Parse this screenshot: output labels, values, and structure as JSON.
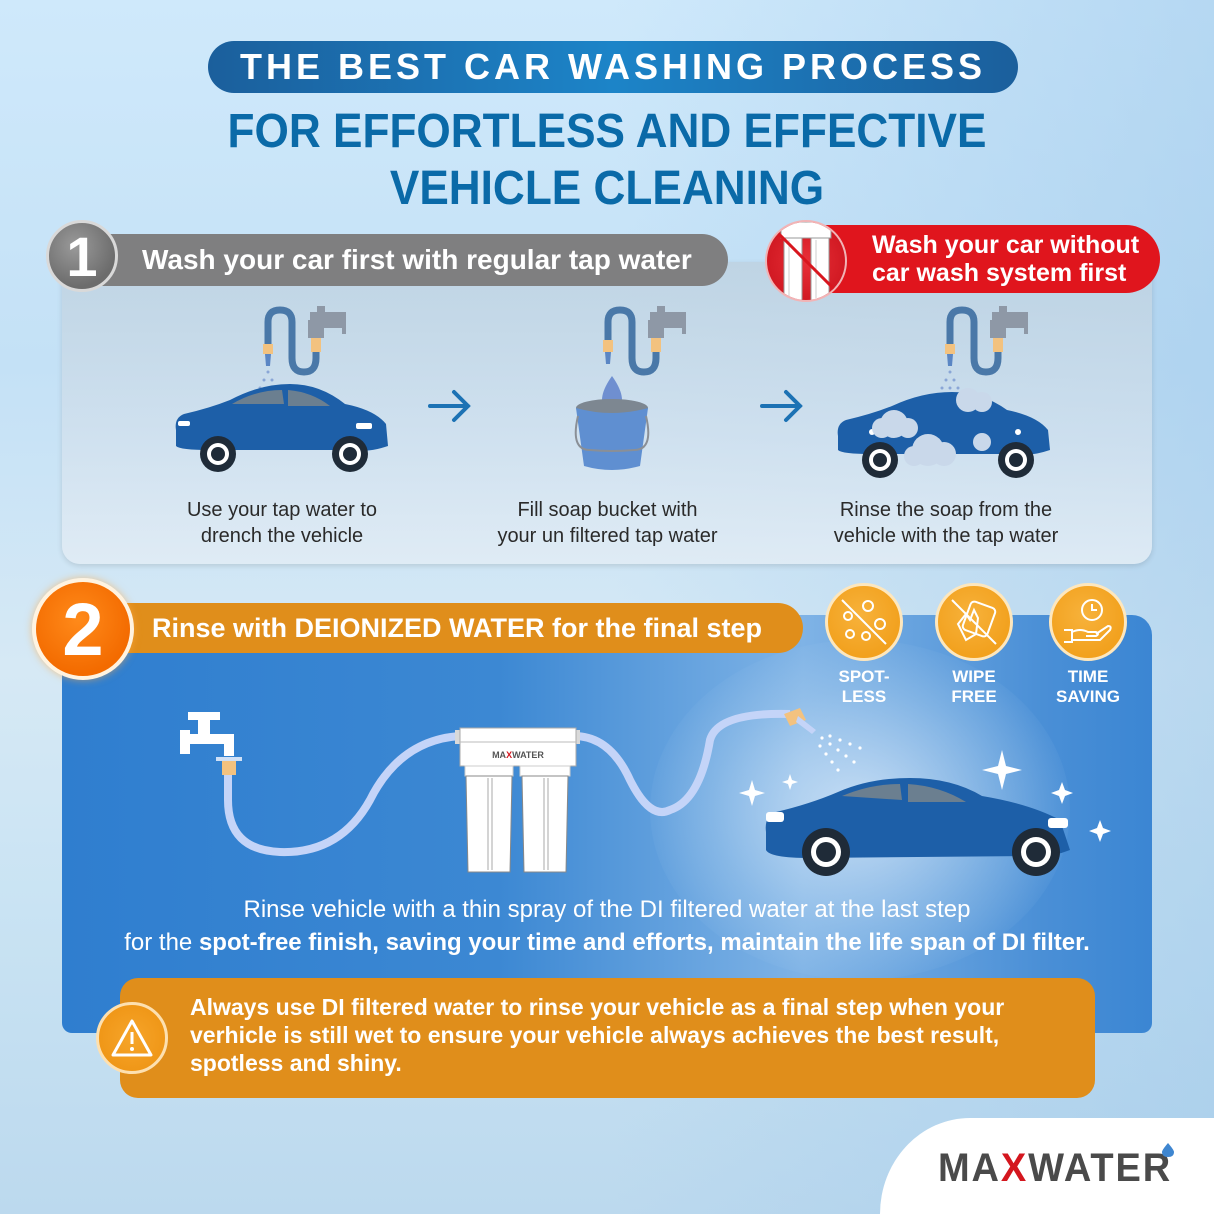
{
  "header": {
    "title": "THE BEST CAR WASHING PROCESS",
    "subtitle_line1": "FOR EFFORTLESS AND EFFECTIVE",
    "subtitle_line2": "VEHICLE CLEANING"
  },
  "step1": {
    "number": "1",
    "title": "Wash your car first with regular tap water",
    "warning": {
      "line1": "Wash your car without",
      "line2": "car wash system first",
      "icon": "no-filter-system-icon"
    },
    "items": [
      {
        "icon": "car-spray-icon",
        "line1": "Use your tap water to",
        "line2": "drench the vehicle"
      },
      {
        "icon": "bucket-icon",
        "line1": "Fill soap bucket with",
        "line2": "your un filtered tap water"
      },
      {
        "icon": "soapy-car-icon",
        "line1": "Rinse the soap from the",
        "line2": "vehicle with the tap water"
      }
    ]
  },
  "step2": {
    "number": "2",
    "title": "Rinse with DEIONIZED WATER for the final step",
    "features": [
      {
        "icon": "spotless-icon",
        "line1": "SPOT-",
        "line2": "LESS"
      },
      {
        "icon": "wipe-free-icon",
        "line1": "WIPE",
        "line2": "FREE"
      },
      {
        "icon": "time-saving-icon",
        "line1": "TIME",
        "line2": "SAVING"
      }
    ],
    "filter_brand": "MAXWATER",
    "description": {
      "line1": "Rinse vehicle with a thin spray of the DI filtered water at the last step",
      "line2_prefix": "for the ",
      "line2_bold": "spot-free finish, saving your time and efforts, maintain the life span of DI filter."
    },
    "tip": {
      "icon": "warning-icon",
      "line1": "Always use DI filtered water to rinse your vehicle as a final step when your",
      "line2": "verhicle is still wet to ensure your vehicle always achieves the best result,",
      "line3": "spotless and shiny."
    }
  },
  "brand": {
    "part1": "MA",
    "x": "X",
    "part2": "WATER"
  },
  "colors": {
    "title_blue": "#1c6fb0",
    "subtitle_blue": "#0a6aa8",
    "step1_gray": "#7f7f80",
    "warning_red": "#e0151d",
    "step2_orange": "#e08e1b",
    "panel2_blue": "#2f7ecf",
    "car_blue": "#1d5fa8"
  }
}
